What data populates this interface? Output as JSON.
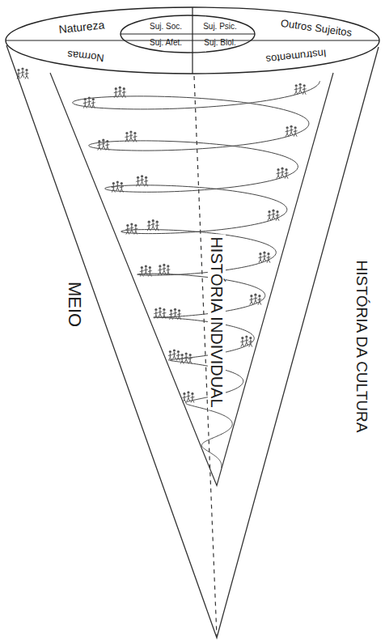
{
  "diagram": {
    "nodes": [
      {
        "text": [
          "Natureza",
          "Outros Sujeitos",
          "Normas",
          "Instrumentos"
        ]
      },
      {
        "text": [
          "Suj. Soc.",
          "Suj. Psic.",
          "Suj. Afet.",
          "Suj. Biol."
        ],
        "in": 0
      }
    ],
    "labels": [
      "MEIO",
      "HISTÓRIA INDIVIDUAL",
      "HISTÓRIA DA CULTURA"
    ]
  }
}
